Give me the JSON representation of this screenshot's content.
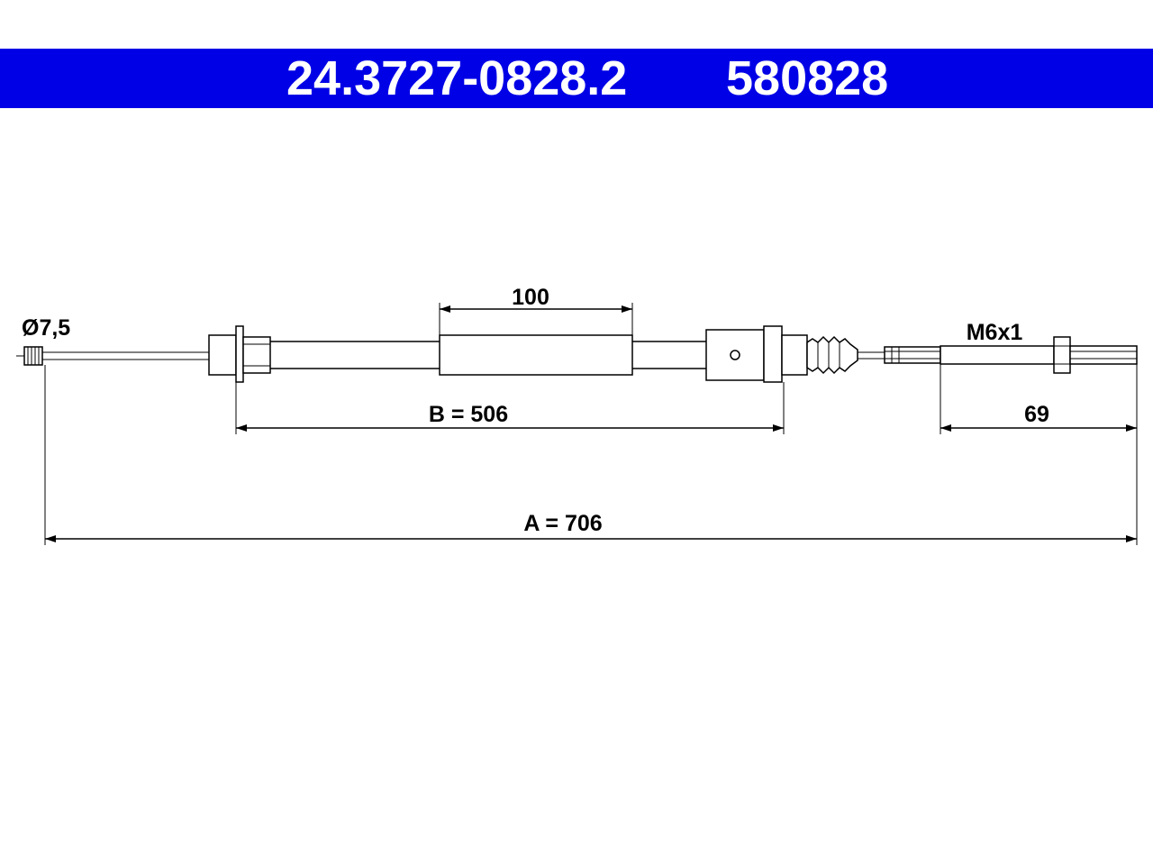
{
  "header": {
    "part_number": "24.3727-0828.2",
    "ref_number": "580828",
    "bar_color": "#0000e6",
    "text_color": "#ffffff"
  },
  "dimensions": {
    "diameter": "Ø7,5",
    "sleeve_length": "100",
    "length_b": "B = 506",
    "thread": "M6x1",
    "end_length": "69",
    "length_a": "A = 706"
  }
}
